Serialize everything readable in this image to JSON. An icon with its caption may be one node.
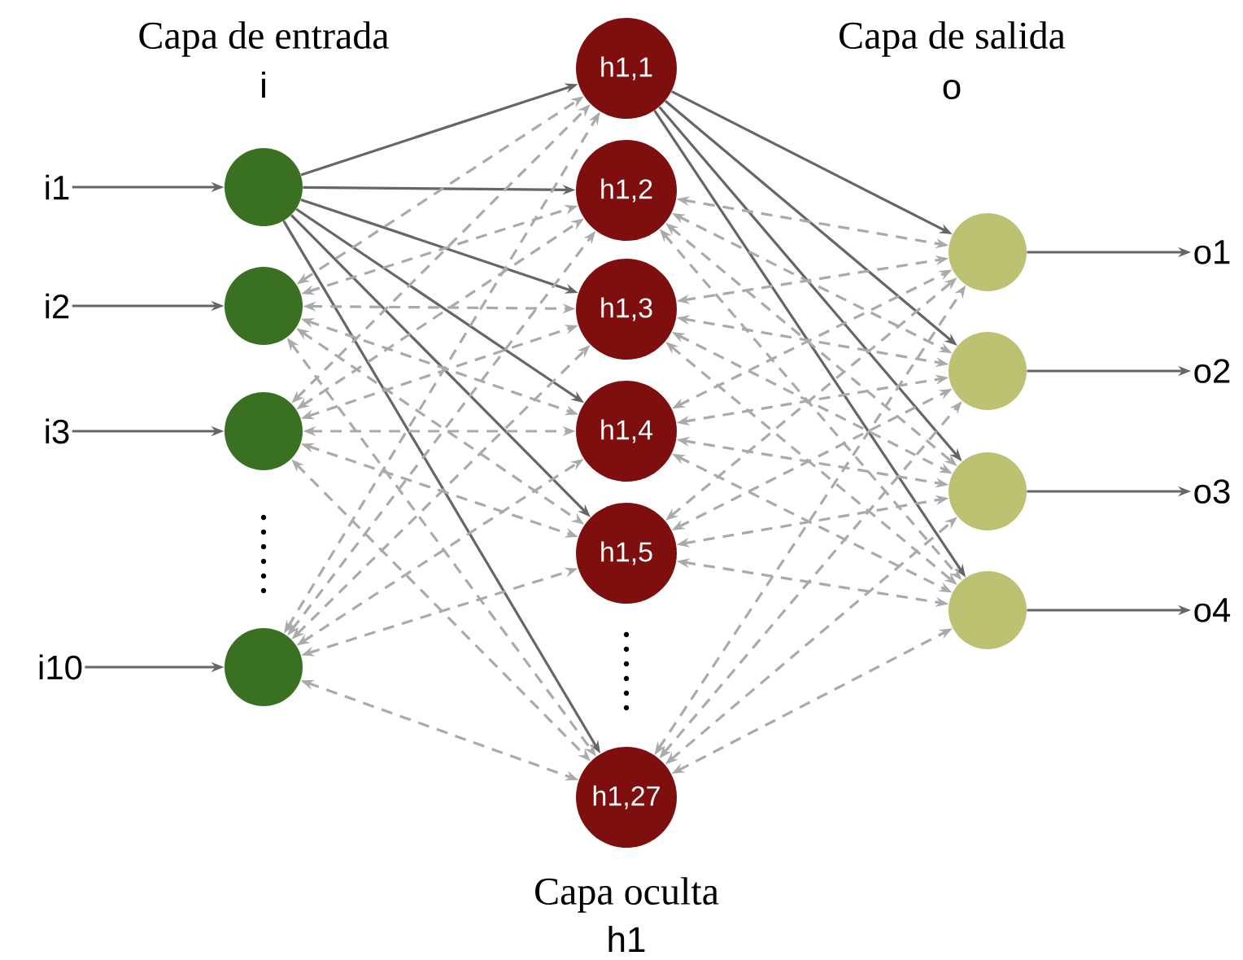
{
  "diagram": {
    "nodes": [
      {
        "text": [
          "i1"
        ]
      },
      {
        "text": [
          "i2"
        ]
      },
      {
        "text": [
          "i3"
        ]
      },
      {
        "text": [
          "i10"
        ]
      },
      {
        "text": [],
        "shape": "circle"
      },
      {
        "text": [],
        "shape": "circle"
      },
      {
        "text": [],
        "shape": "circle"
      },
      {
        "text": [],
        "shape": "circle"
      },
      {
        "text": [
          "h1,1"
        ]
      },
      {
        "text": [
          "h1,2"
        ]
      },
      {
        "text": [
          "h1,3"
        ]
      },
      {
        "text": [
          "h1,4"
        ]
      },
      {
        "text": [
          "h1,5"
        ]
      },
      {
        "text": [
          "h1,27"
        ]
      },
      {
        "text": [],
        "shape": "circle"
      },
      {
        "text": [],
        "shape": "circle"
      },
      {
        "text": [],
        "shape": "circle"
      },
      {
        "text": [],
        "shape": "circle"
      },
      {
        "text": [
          "o1"
        ]
      },
      {
        "text": [
          "o2"
        ]
      },
      {
        "text": [
          "o3"
        ]
      },
      {
        "text": [
          "o4"
        ]
      }
    ],
    "edges": [
      {
        "from": 0,
        "to": 4,
        "arrow": "to"
      },
      {
        "from": 1,
        "to": 5,
        "arrow": "to"
      },
      {
        "from": 2,
        "to": 6,
        "arrow": "to"
      },
      {
        "from": 3,
        "to": 7,
        "arrow": "to"
      },
      {
        "from": 4,
        "to": 8,
        "arrow": "to"
      },
      {
        "from": 4,
        "to": 9,
        "arrow": "to"
      },
      {
        "from": 4,
        "to": 10,
        "arrow": "to"
      },
      {
        "from": 4,
        "to": 11,
        "arrow": "to"
      },
      {
        "from": 4,
        "to": 12,
        "arrow": "to"
      },
      {
        "from": 4,
        "to": 13,
        "arrow": "to"
      },
      {
        "from": 5,
        "to": 8,
        "arrow": "both",
        "style": "dashed",
        "color": "#aaaaaa"
      },
      {
        "from": 5,
        "to": 9,
        "arrow": "both",
        "style": "dashed",
        "color": "#aaaaaa"
      },
      {
        "from": 5,
        "to": 10,
        "arrow": "both",
        "style": "dashed",
        "color": "#aaaaaa"
      },
      {
        "from": 5,
        "to": 11,
        "arrow": "both",
        "style": "dashed",
        "color": "#aaaaaa"
      },
      {
        "from": 5,
        "to": 12,
        "arrow": "both",
        "style": "dashed",
        "color": "#aaaaaa"
      },
      {
        "from": 5,
        "to": 13,
        "arrow": "both",
        "style": "dashed",
        "color": "#aaaaaa"
      },
      {
        "from": 6,
        "to": 8,
        "arrow": "both",
        "style": "dashed",
        "color": "#aaaaaa"
      },
      {
        "from": 6,
        "to": 9,
        "arrow": "both",
        "style": "dashed",
        "color": "#aaaaaa"
      },
      {
        "from": 6,
        "to": 10,
        "arrow": "both",
        "style": "dashed",
        "color": "#aaaaaa"
      },
      {
        "from": 6,
        "to": 11,
        "arrow": "both",
        "style": "dashed",
        "color": "#aaaaaa"
      },
      {
        "from": 6,
        "to": 12,
        "arrow": "both",
        "style": "dashed",
        "color": "#aaaaaa"
      },
      {
        "from": 6,
        "to": 13,
        "arrow": "both",
        "style": "dashed",
        "color": "#aaaaaa"
      },
      {
        "from": 7,
        "to": 8,
        "arrow": "both",
        "style": "dashed",
        "color": "#aaaaaa"
      },
      {
        "from": 7,
        "to": 9,
        "arrow": "both",
        "style": "dashed",
        "color": "#aaaaaa"
      },
      {
        "from": 7,
        "to": 10,
        "arrow": "both",
        "style": "dashed",
        "color": "#aaaaaa"
      },
      {
        "from": 7,
        "to": 11,
        "arrow": "both",
        "style": "dashed",
        "color": "#aaaaaa"
      },
      {
        "from": 7,
        "to": 12,
        "arrow": "both",
        "style": "dashed",
        "color": "#aaaaaa"
      },
      {
        "from": 7,
        "to": 13,
        "arrow": "both",
        "style": "dashed",
        "color": "#aaaaaa"
      },
      {
        "from": 8,
        "to": 14,
        "arrow": "to"
      },
      {
        "from": 8,
        "to": 15,
        "arrow": "to"
      },
      {
        "from": 8,
        "to": 16,
        "arrow": "to"
      },
      {
        "from": 8,
        "to": 17,
        "arrow": "to"
      },
      {
        "from": 9,
        "to": 14,
        "arrow": "both",
        "style": "dashed",
        "color": "#aaaaaa"
      },
      {
        "from": 9,
        "to": 15,
        "arrow": "both",
        "style": "dashed",
        "color": "#aaaaaa"
      },
      {
        "from": 9,
        "to": 16,
        "arrow": "both",
        "style": "dashed",
        "color": "#aaaaaa"
      },
      {
        "from": 9,
        "to": 17,
        "arrow": "both",
        "style": "dashed",
        "color": "#aaaaaa"
      },
      {
        "from": 10,
        "to": 14,
        "arrow": "both",
        "style": "dashed",
        "color": "#aaaaaa"
      },
      {
        "from": 10,
        "to": 15,
        "arrow": "both",
        "style": "dashed",
        "color": "#aaaaaa"
      },
      {
        "from": 10,
        "to": 16,
        "arrow": "both",
        "style": "dashed",
        "color": "#aaaaaa"
      },
      {
        "from": 10,
        "to": 17,
        "arrow": "both",
        "style": "dashed",
        "color": "#aaaaaa"
      },
      {
        "from": 11,
        "to": 14,
        "arrow": "both",
        "style": "dashed",
        "color": "#aaaaaa"
      },
      {
        "from": 11,
        "to": 15,
        "arrow": "both",
        "style": "dashed",
        "color": "#aaaaaa"
      },
      {
        "from": 11,
        "to": 16,
        "arrow": "both",
        "style": "dashed",
        "color": "#aaaaaa"
      },
      {
        "from": 11,
        "to": 17,
        "arrow": "both",
        "style": "dashed",
        "color": "#aaaaaa"
      },
      {
        "from": 12,
        "to": 14,
        "arrow": "both",
        "style": "dashed",
        "color": "#aaaaaa"
      },
      {
        "from": 12,
        "to": 15,
        "arrow": "both",
        "style": "dashed",
        "color": "#aaaaaa"
      },
      {
        "from": 12,
        "to": 16,
        "arrow": "both",
        "style": "dashed",
        "color": "#aaaaaa"
      },
      {
        "from": 12,
        "to": 17,
        "arrow": "both",
        "style": "dashed",
        "color": "#aaaaaa"
      },
      {
        "from": 13,
        "to": 14,
        "arrow": "both",
        "style": "dashed",
        "color": "#aaaaaa"
      },
      {
        "from": 13,
        "to": 15,
        "arrow": "both",
        "style": "dashed",
        "color": "#aaaaaa"
      },
      {
        "from": 13,
        "to": 16,
        "arrow": "both",
        "style": "dashed",
        "color": "#aaaaaa"
      },
      {
        "from": 13,
        "to": 17,
        "arrow": "both",
        "style": "dashed",
        "color": "#aaaaaa"
      },
      {
        "from": 14,
        "to": 18,
        "arrow": "to"
      },
      {
        "from": 15,
        "to": 19,
        "arrow": "to"
      },
      {
        "from": 16,
        "to": 20,
        "arrow": "to"
      },
      {
        "from": 17,
        "to": 21,
        "arrow": "to"
      }
    ],
    "labels": [
      "Capa de entrada",
      "i",
      "Capa de salida",
      "o",
      "Capa oculta",
      "h1"
    ]
  }
}
